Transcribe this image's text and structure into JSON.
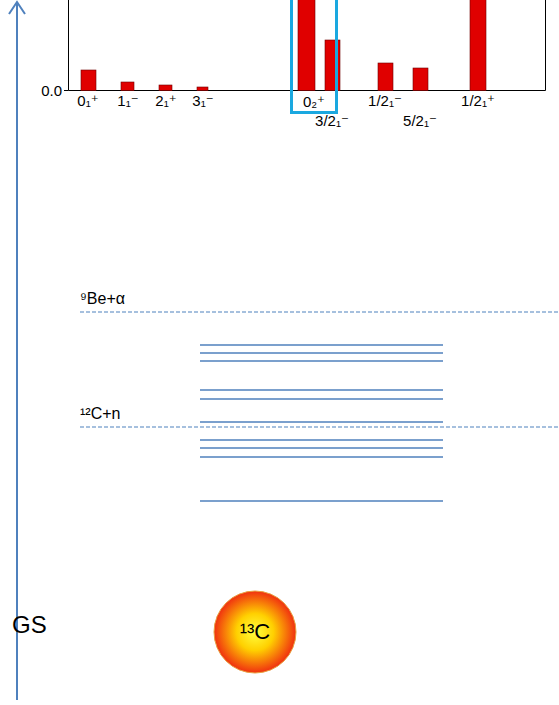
{
  "diagram": {
    "nodes": [
      {
        "text": [
          "0₂⁺"
        ]
      },
      {
        "text": [
          "¹³C"
        ]
      }
    ],
    "labels": [
      "0.0",
      "0₁⁺",
      "1₁⁻",
      "2₁⁺",
      "3₁⁻",
      "1/2₁⁻",
      "1/2₁⁺",
      "3/2₁⁻",
      "5/2₁⁻",
      "⁹Be+α",
      "¹²C+n",
      "GS"
    ]
  }
}
